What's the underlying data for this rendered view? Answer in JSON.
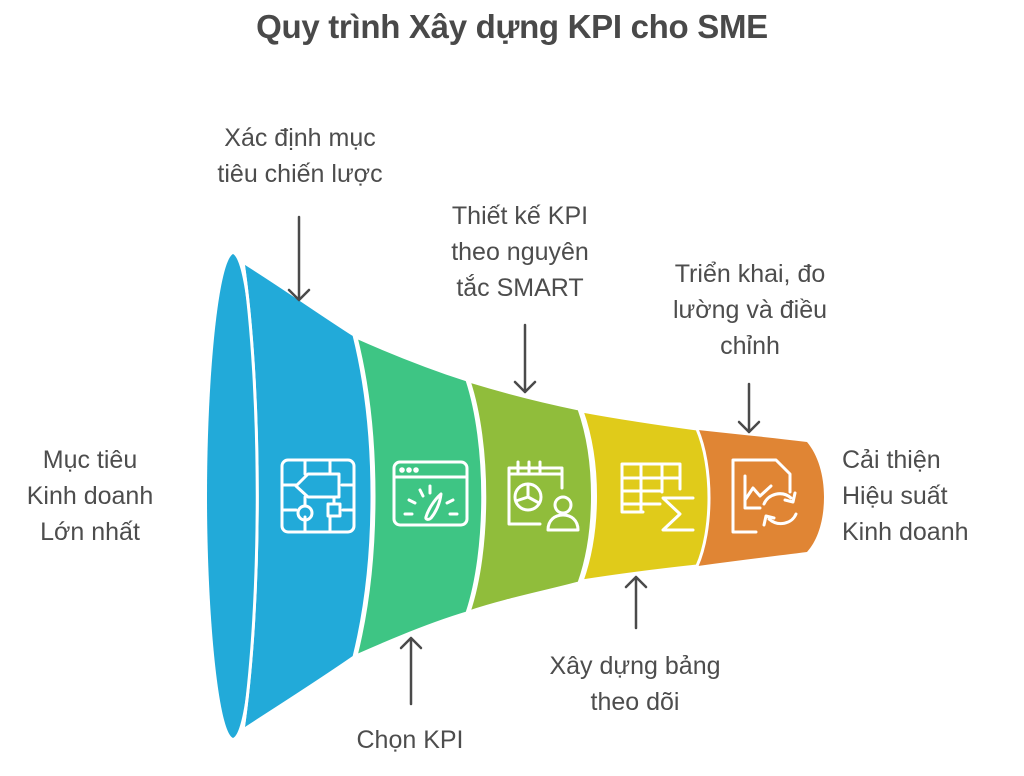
{
  "title": "Quy trình Xây dựng KPI cho SME",
  "input_label": {
    "lines": [
      "Mục tiêu",
      "Kinh doanh",
      "Lớn nhất"
    ]
  },
  "output_label": {
    "lines": [
      "Cải thiện",
      "Hiệu suất",
      "Kinh doanh"
    ]
  },
  "stages": [
    {
      "name": "Xác định mục tiêu chiến lược",
      "lines": [
        "Xác định mục",
        "tiêu chiến lược"
      ],
      "position": "top",
      "color": "#22aad9",
      "icon": "circuit-flowchart-icon"
    },
    {
      "name": "Chọn KPI",
      "lines": [
        "Chọn KPI"
      ],
      "position": "bottom",
      "color": "#3ec584",
      "icon": "dashboard-gauge-icon"
    },
    {
      "name": "Thiết kế KPI theo nguyên tắc SMART",
      "lines": [
        "Thiết kế KPI",
        "theo nguyên",
        "tắc SMART"
      ],
      "position": "top",
      "color": "#90bd3b",
      "icon": "calendar-chart-user-icon"
    },
    {
      "name": "Xây dựng bảng theo dõi",
      "lines": [
        "Xây dựng bảng",
        "theo dõi"
      ],
      "position": "bottom",
      "color": "#e0cb1a",
      "icon": "spreadsheet-sum-icon"
    },
    {
      "name": "Triển khai, đo lường và điều chỉnh",
      "lines": [
        "Triển khai, đo",
        "lường và điều",
        "chỉnh"
      ],
      "position": "top",
      "color": "#e08534",
      "icon": "report-refresh-icon"
    }
  ],
  "colors": {
    "arrow": "#4a4a4a",
    "text": "#4d4d4d",
    "separator": "#ffffff"
  }
}
